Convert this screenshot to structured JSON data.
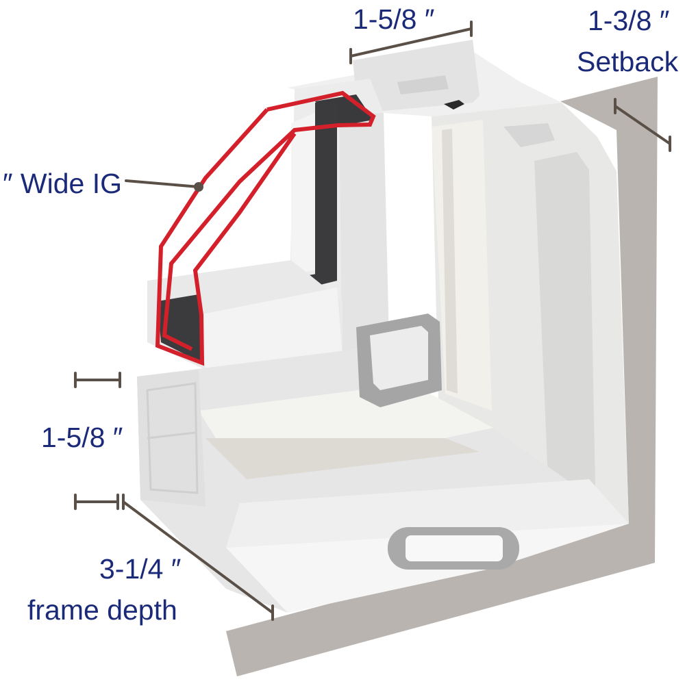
{
  "labels": {
    "sash_width_top": "1-5/8 ″",
    "setback_value": "1-3/8 ″",
    "setback_word": "Setback",
    "ig_width": "″ Wide IG",
    "sash_width_left": "1-5/8 ″",
    "frame_depth_value": "3-1/4 ″",
    "frame_depth_word": "frame depth"
  },
  "colors": {
    "label_text": "#1b2a78",
    "glazing_outline": "#d3202a",
    "dimension_line": "#5a5048",
    "frame_vinyl": "#ebebeb",
    "wall": "#b8b3ae",
    "spacer": "#3b3b3e"
  }
}
